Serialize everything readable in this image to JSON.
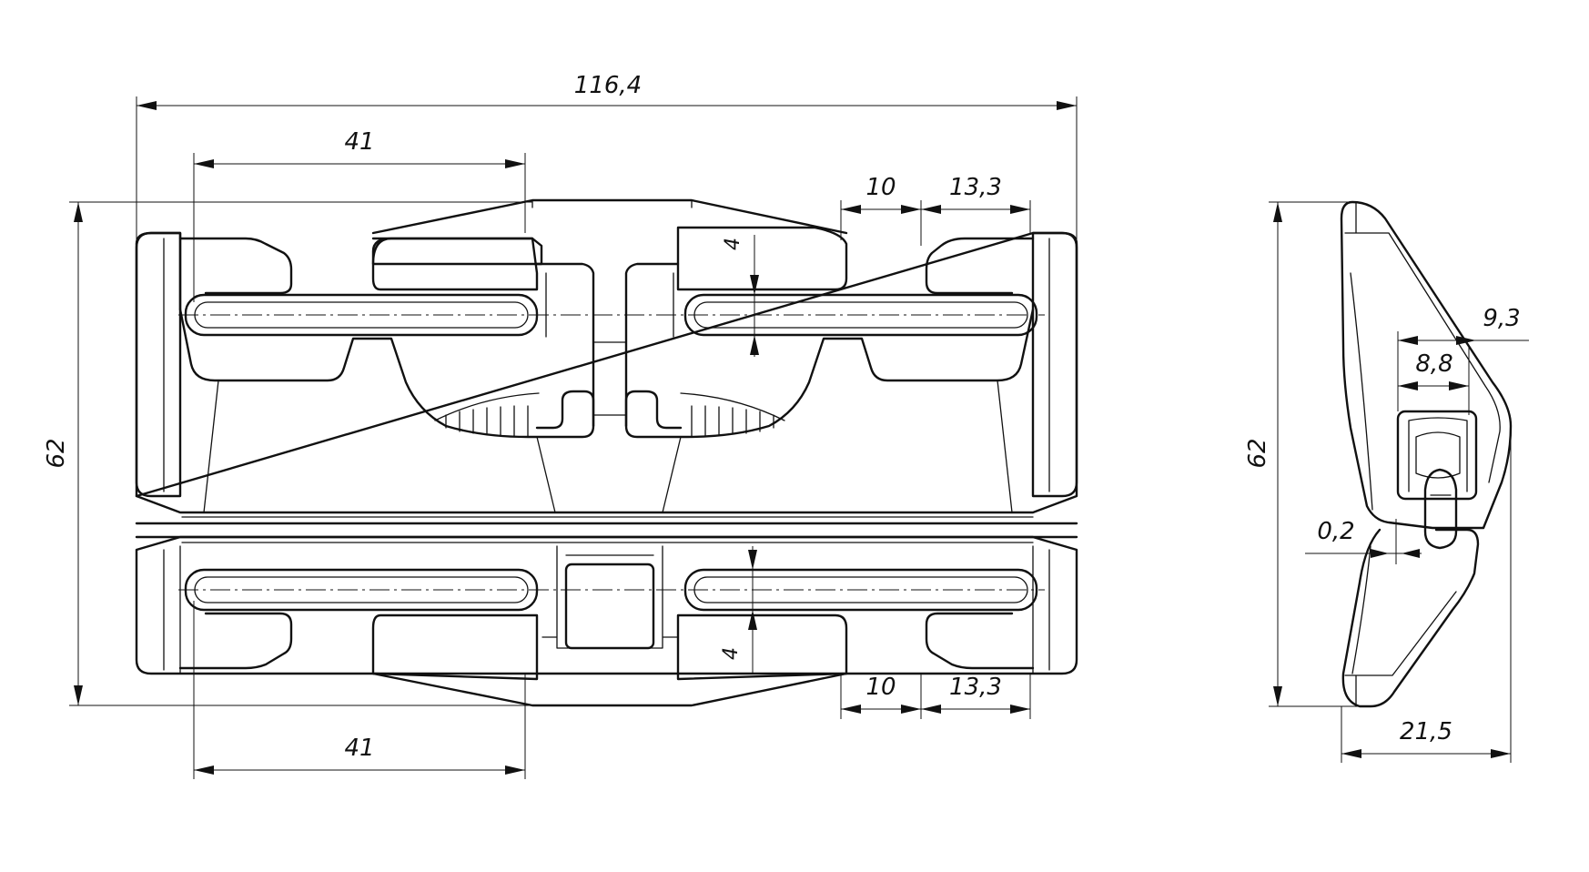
{
  "drawing": {
    "type": "technical-drawing",
    "colors": {
      "line": "#111111",
      "background": "#ffffff"
    },
    "views": [
      {
        "name": "front-view",
        "dimensions": {
          "overall_width": "116,4",
          "overall_height": "62",
          "slot_length_top": "41",
          "slot_length_bottom": "41",
          "gap_top": "10",
          "tab_top": "13,3",
          "gap_bottom": "10",
          "tab_bottom": "13,3",
          "slot_width_top": "4",
          "slot_width_bottom": "4"
        }
      },
      {
        "name": "side-view",
        "dimensions": {
          "height": "62",
          "depth": "21,5",
          "outer_width": "9,3",
          "inner_width": "8,8",
          "gap": "0,2"
        }
      }
    ]
  }
}
